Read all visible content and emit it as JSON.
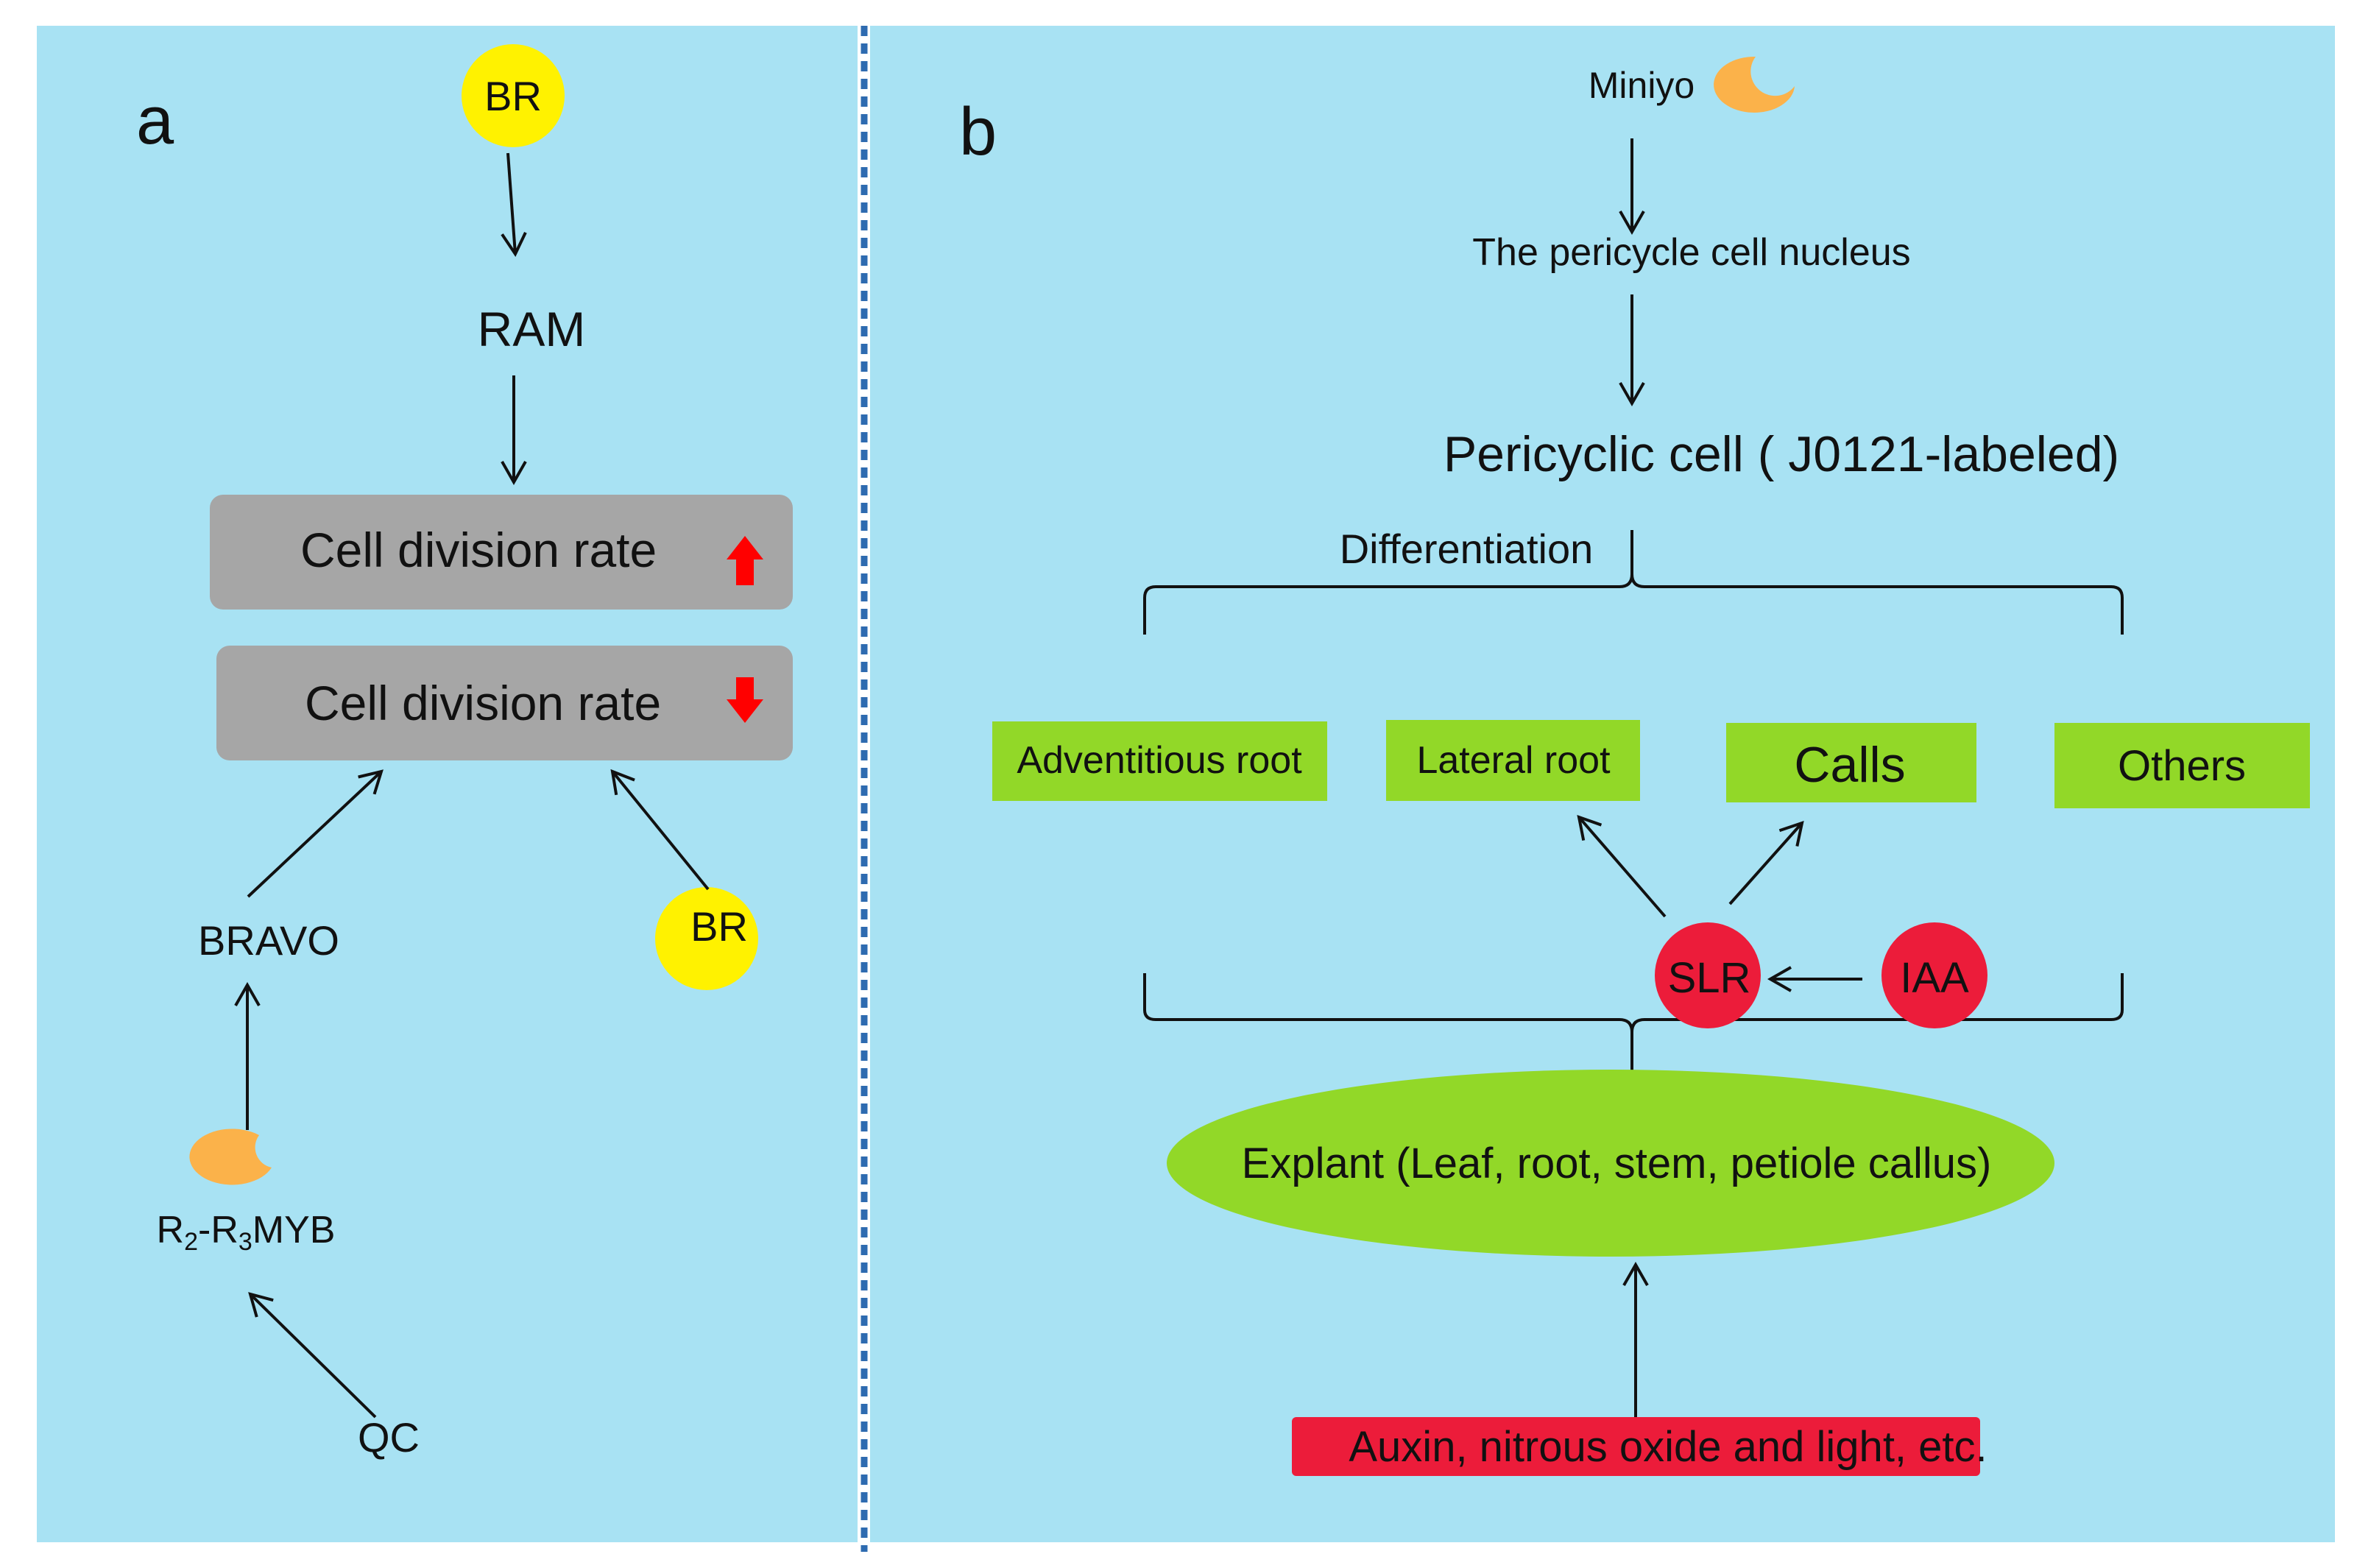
{
  "colors": {
    "panel_bg": "#a8e2f3",
    "divider": "#2e6bb0",
    "yellow_node": "#fff200",
    "gray_box": "#a6a6a6",
    "green_box": "#92d828",
    "red_node": "#ec1c3a",
    "orange_shape": "#fbb24a",
    "arrow": "#111111",
    "up_down_arrow": "#ff0000"
  },
  "panel_a": {
    "label": "a",
    "br_top": "BR",
    "ram": "RAM",
    "rate_up": "Cell division rate",
    "rate_down": "Cell division rate",
    "br_right": "BR",
    "bravo": "BRAVO",
    "myb": {
      "r": "R",
      "sub1": "2",
      "mid": "-R",
      "sub2": "3",
      "rest": "MYB"
    },
    "qc": "QC",
    "icons": [
      "orange-bitten-circle-icon",
      "red-up-arrow-icon",
      "red-down-arrow-icon"
    ]
  },
  "panel_b": {
    "label": "b",
    "miniyo": "Miniyo",
    "nucleus": "The pericycle cell nucleus",
    "pericyclic": "Pericyclic cell ( J0121-labeled)",
    "differentiation": "Differentiation",
    "outputs": [
      "Adventitious root",
      "Lateral root",
      "Calls",
      "Others"
    ],
    "slr": "SLR",
    "iaa": "IAA",
    "explant": "Explant (Leaf, root, stem, petiole callus)",
    "inducers": "Auxin, nitrous oxide and light, etc.",
    "icons": [
      "orange-bitten-circle-icon"
    ]
  }
}
